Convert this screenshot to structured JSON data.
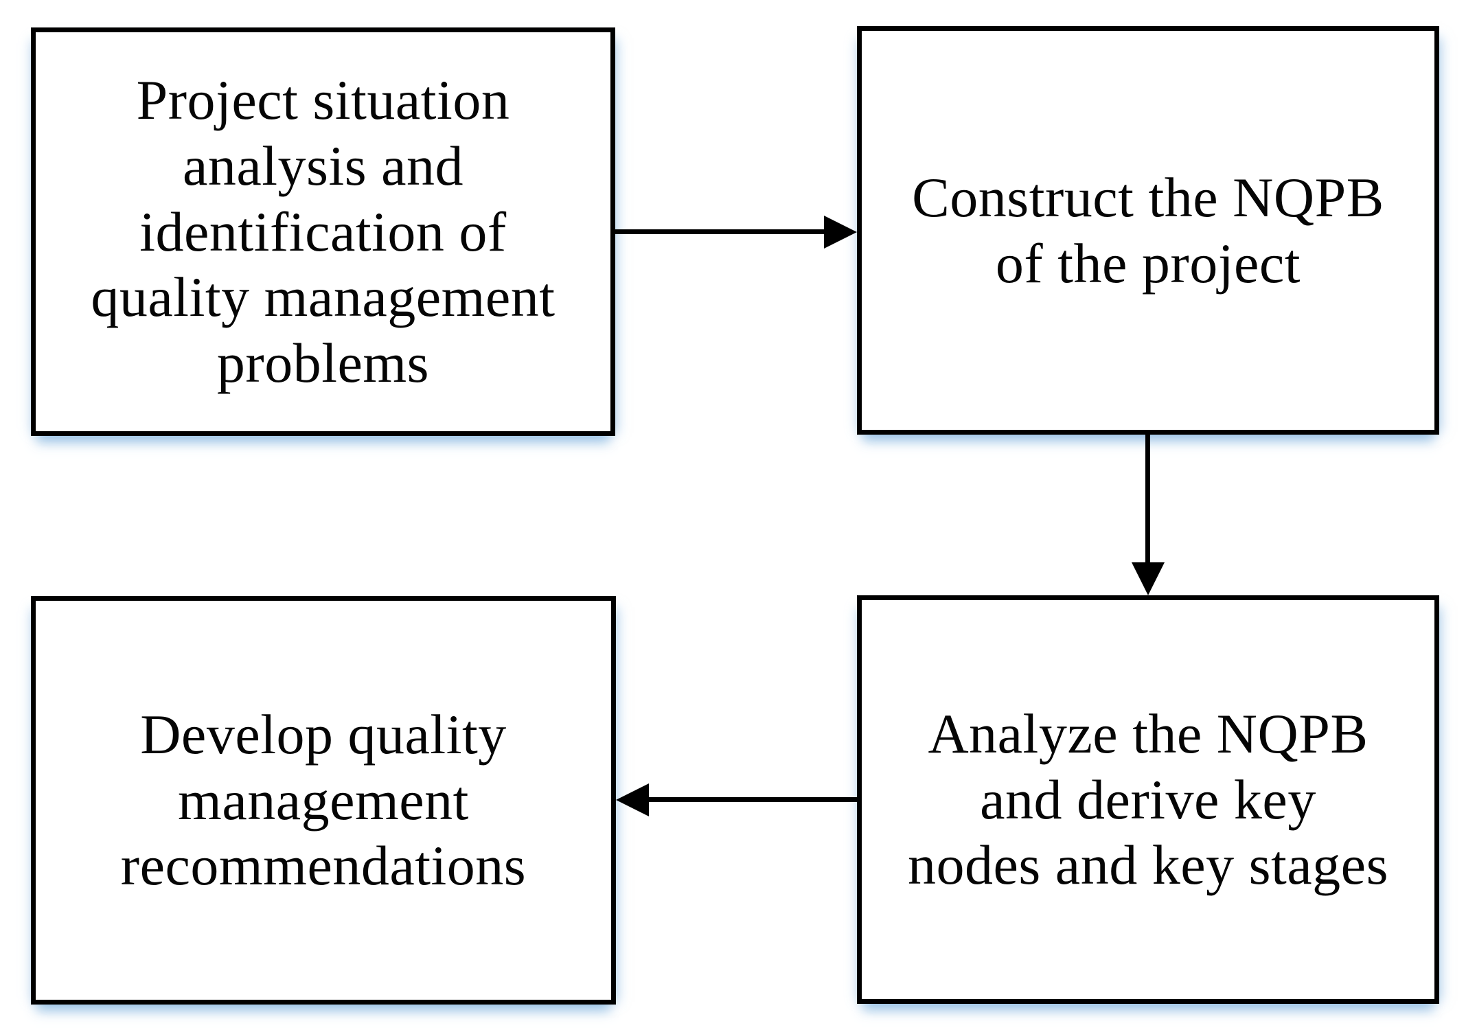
{
  "figure": {
    "type": "flowchart",
    "background_color": "#ffffff",
    "box_border_color": "#000000",
    "box_fill_color": "#ffffff",
    "text_color": "#050505",
    "shadow_color": "#cfe2f4",
    "boxes": [
      {
        "name": "project-situation",
        "label": "Project situation\nanalysis and\nidentification of\nquality management\nproblems"
      },
      {
        "name": "construct-nqpb",
        "label": "Construct the NQPB\nof the project"
      },
      {
        "name": "analyze-nqpb",
        "label": "Analyze the NQPB\nand derive key\nnodes and key stages"
      },
      {
        "name": "develop-recommendations",
        "label": "Develop quality\nmanagement\nrecommendations"
      }
    ],
    "arrows": [
      {
        "from": "project-situation",
        "to": "construct-nqpb",
        "direction": "right"
      },
      {
        "from": "construct-nqpb",
        "to": "analyze-nqpb",
        "direction": "down"
      },
      {
        "from": "analyze-nqpb",
        "to": "develop-recommendations",
        "direction": "left"
      }
    ]
  }
}
